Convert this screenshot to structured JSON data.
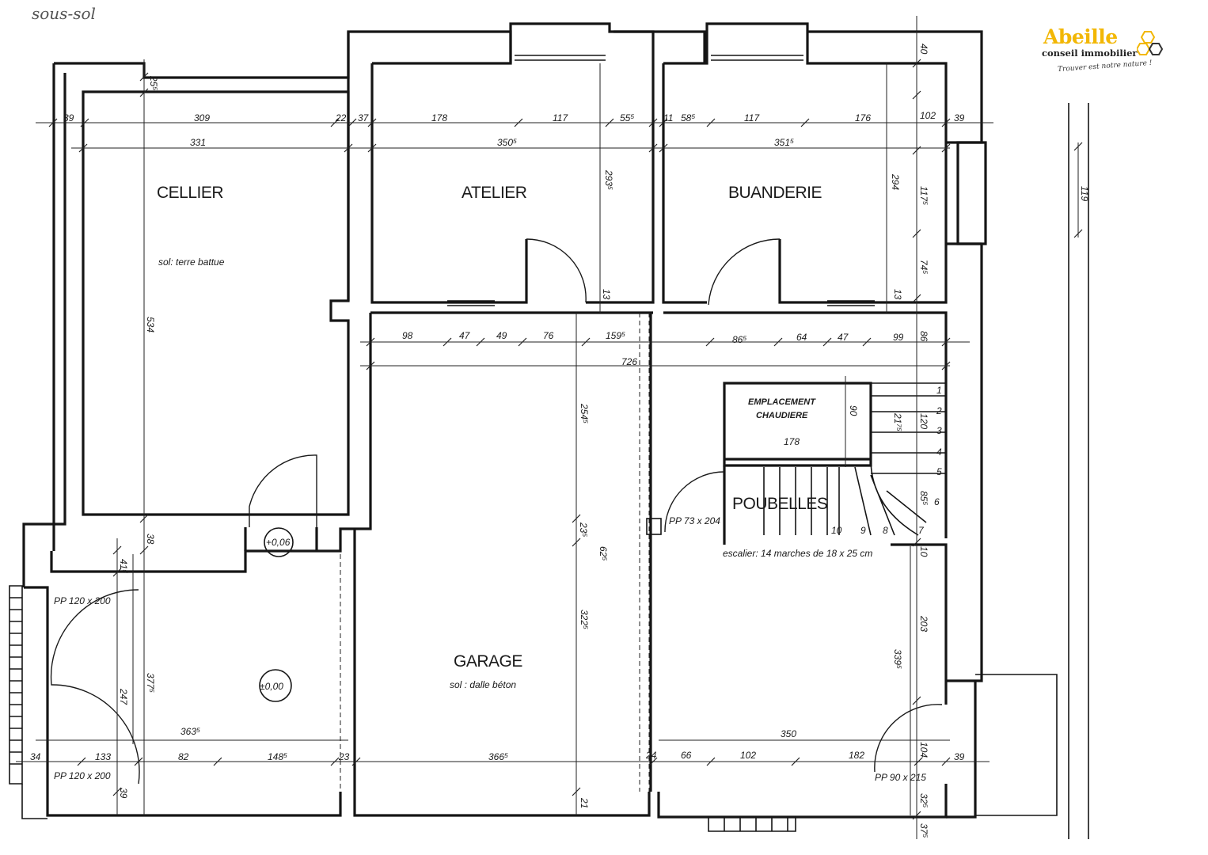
{
  "handwritten_label": "sous-sol",
  "logo": {
    "brand": "Abeille",
    "tagline": "conseil immobilier",
    "slogan": "Trouver est notre nature !",
    "brand_color": "#f2b705",
    "icon": "honeycomb-icon"
  },
  "rooms": {
    "cellier": {
      "name": "CELLIER",
      "floor": "sol: terre battue"
    },
    "atelier": {
      "name": "ATELIER"
    },
    "buanderie": {
      "name": "BUANDERIE"
    },
    "garage": {
      "name": "GARAGE",
      "floor": "sol : dalle béton"
    },
    "poubelles": {
      "name": "POUBELLES"
    },
    "chaudiere": {
      "line1": "EMPLACEMENT",
      "line2": "CHAUDIERE"
    }
  },
  "levels": {
    "cellier_door": "+0,06",
    "entry": "±0,00"
  },
  "doors": {
    "pp_top_left": "PP 120 x 200",
    "pp_bottom_left": "PP 120 x 200",
    "pp_poubelles": "PP 73 x 204",
    "pp_right": "PP 90 x 215"
  },
  "stair_note": "escalier: 14 marches de 18 x 25 cm",
  "stair_steps": [
    "1",
    "2",
    "3",
    "4",
    "5",
    "6",
    "7",
    "8",
    "9",
    "10"
  ],
  "dims": {
    "r1_39": "39",
    "r1_309": "309",
    "r1_22": "22",
    "r1_37": "37",
    "r1_178": "178",
    "r1_117a": "117",
    "r1_555": "55⁵",
    "r1_11": "11",
    "r1_585": "58⁵",
    "r1_117b": "117",
    "r1_176": "176",
    "r1_102": "102",
    "r1_39b": "39",
    "r2_331": "331",
    "r2_3505": "350⁵",
    "r2_3515": "351⁵",
    "top_255": "25⁵",
    "v_40": "40",
    "v_2935": "293⁵",
    "v_294": "294",
    "v_1175": "117⁵",
    "v_745": "74⁵",
    "v_13a": "13",
    "v_13b": "13",
    "v_534": "534",
    "v_119": "119",
    "m_98": "98",
    "m_47": "47",
    "m_49": "49",
    "m_76": "76",
    "m_1595": "159⁵",
    "m_865": "86⁵",
    "m_64": "64",
    "m_47b": "47",
    "m_99": "99",
    "m_86": "86",
    "m_726": "726",
    "v_2545": "254⁵",
    "v_90": "90",
    "v_2175": "21⁷⁵",
    "v_120": "120",
    "v_855": "85⁵",
    "v_178": "178",
    "v_235": "23⁵",
    "v_625": "62⁵",
    "v_3225": "322⁵",
    "v_10": "10",
    "v_203": "203",
    "v_3395": "339⁵",
    "v_38": "38",
    "v_415": "41⁵",
    "v_3775": "377⁵",
    "v_247": "247",
    "b_3635": "363⁵",
    "b_350": "350",
    "b_34": "34",
    "b_133": "133",
    "b_82": "82",
    "b_1485": "148⁵",
    "b_23": "23",
    "b_3665": "366⁵",
    "b_24": "24",
    "b_66": "66",
    "b_102": "102",
    "b_182": "182",
    "b_104": "104",
    "b_39": "39",
    "b_39v": "39",
    "b_21": "21",
    "b_325": "32⁵",
    "b_375": "37⁵"
  }
}
